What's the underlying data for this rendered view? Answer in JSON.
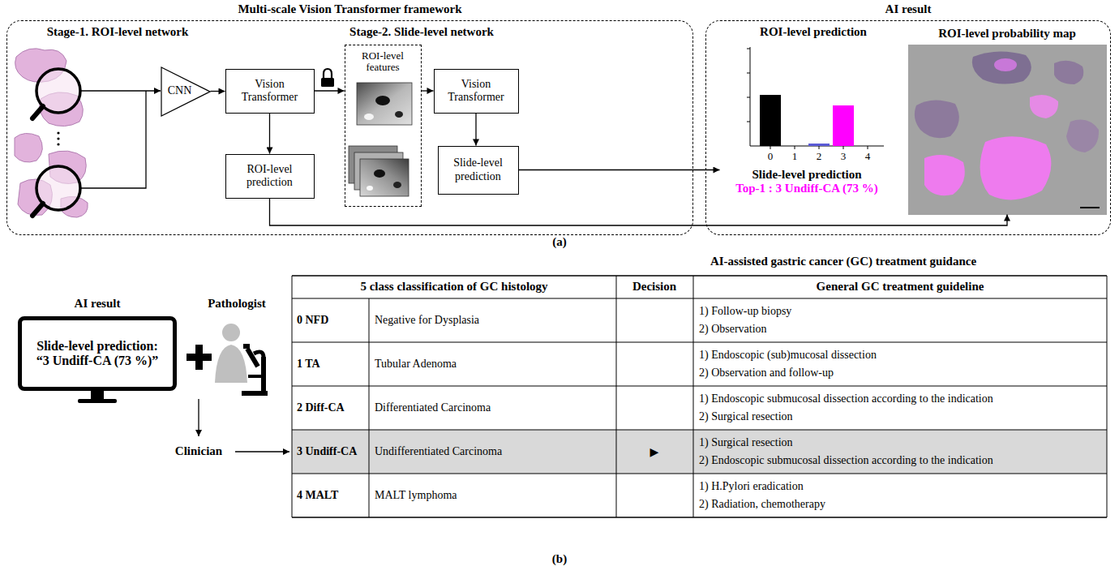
{
  "diagram": {
    "nodes": [
      {
        "text": [
          "Multi-scale Vision Transformer framework"
        ]
      },
      {
        "text": [
          "CNN"
        ],
        "in": 0
      },
      {
        "text": [
          "Vision Transformer"
        ],
        "in": 0
      },
      {
        "text": [
          "ROI-level prediction"
        ],
        "in": 0
      },
      {
        "text": [
          "ROI-level features"
        ],
        "in": 0
      },
      {
        "text": [
          "Vision Transformer"
        ],
        "in": 0
      },
      {
        "text": [
          "Slide-level prediction"
        ],
        "in": 0
      },
      {
        "text": [
          "AI result"
        ]
      },
      {
        "text": [
          "Slide-level prediction",
          "Top-1 : 3 Undiff-CA (73 %)"
        ],
        "in": 7
      },
      {
        "text": [
          "ROI-level probability map"
        ],
        "in": 7
      },
      {
        "text": [
          "Slide-level prediction:",
          "“3 Undiff-CA (73 %)”"
        ]
      }
    ],
    "edges": [
      {
        "from": 1,
        "to": 2,
        "arrow": "to"
      },
      {
        "from": 2,
        "to": 3,
        "arrow": "to"
      },
      {
        "from": 2,
        "to": 4,
        "arrow": "to"
      },
      {
        "from": 4,
        "to": 5,
        "arrow": "to"
      },
      {
        "from": 5,
        "to": 6,
        "arrow": "to"
      },
      {
        "from": 6,
        "to": 8,
        "arrow": "to"
      },
      {
        "from": 3,
        "to": 9,
        "arrow": "to"
      }
    ],
    "labels": [
      "Stage-1. ROI-level network",
      "Stage-2. Slide-level network",
      "ROI-level prediction",
      "0",
      "1",
      "2",
      "3",
      "4",
      "(a)",
      "AI-assisted gastric cancer (GC) treatment guidance",
      "AI result",
      "Pathologist",
      "Clinician",
      "5 class classification of GC histology",
      "Decision",
      "General GC treatment guideline",
      "0 NFD",
      "Negative for Dysplasia",
      "1) Follow-up biopsy",
      "2) Observation",
      "1 TA",
      "Tubular Adenoma",
      "1) Endoscopic (sub)mucosal dissection",
      "2) Observation and follow-up",
      "2 Diff-CA",
      "Differentiated Carcinoma",
      "1) Endoscopic submucosal dissection according to the indication",
      "2) Surgical resection",
      "3 Undiff-CA",
      "Undifferentiated Carcinoma",
      "▶",
      "1) Surgical resection",
      "2) Endoscopic submucosal dissection according to the indication",
      "4 MALT",
      "MALT lymphoma",
      "1) H.Pylori eradication",
      "2) Radiation, chemotherapy",
      "(b)"
    ]
  }
}
